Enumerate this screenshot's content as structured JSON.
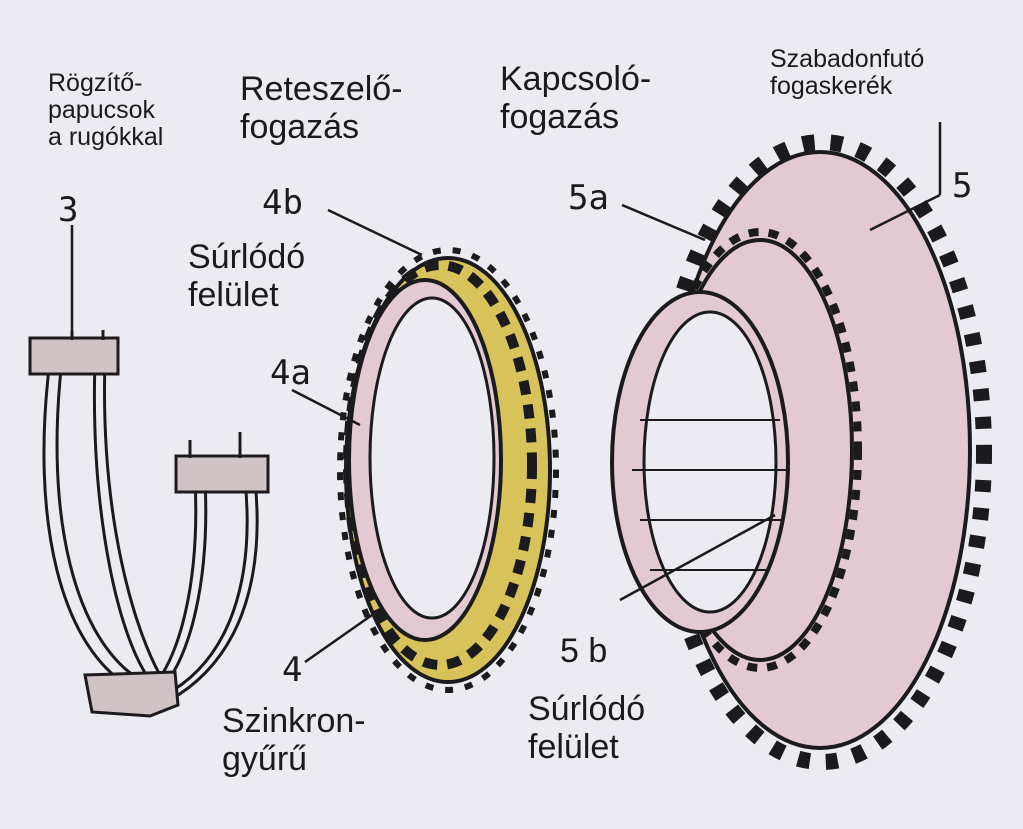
{
  "colors": {
    "background": "#ecebf1",
    "ink": "#1b1b1d",
    "part_pink": "#e2c9d2",
    "ring_yellow": "#d8c25a",
    "shoe_grey": "#cfc3c6"
  },
  "labels": {
    "rogzito": "Rögzítő-\npapucsok\na rugókkal",
    "reteszelo": "Reteszelő-\nfogazás",
    "kapcsolo": "Kapcsoló-\nfogazás",
    "szabadonfuto": "Szabadonfutó\nfogaskerék",
    "num_3": "3",
    "num_4b": "4b",
    "surlodo_1": "Súrlódó\nfelület",
    "num_4a": "4a",
    "num_5a": "5a",
    "num_5": "5",
    "num_4": "4",
    "szinkron": "Szinkron-\ngyűrű",
    "num_5b": "5 b",
    "surlodo_2": "Súrlódó\nfelület"
  }
}
